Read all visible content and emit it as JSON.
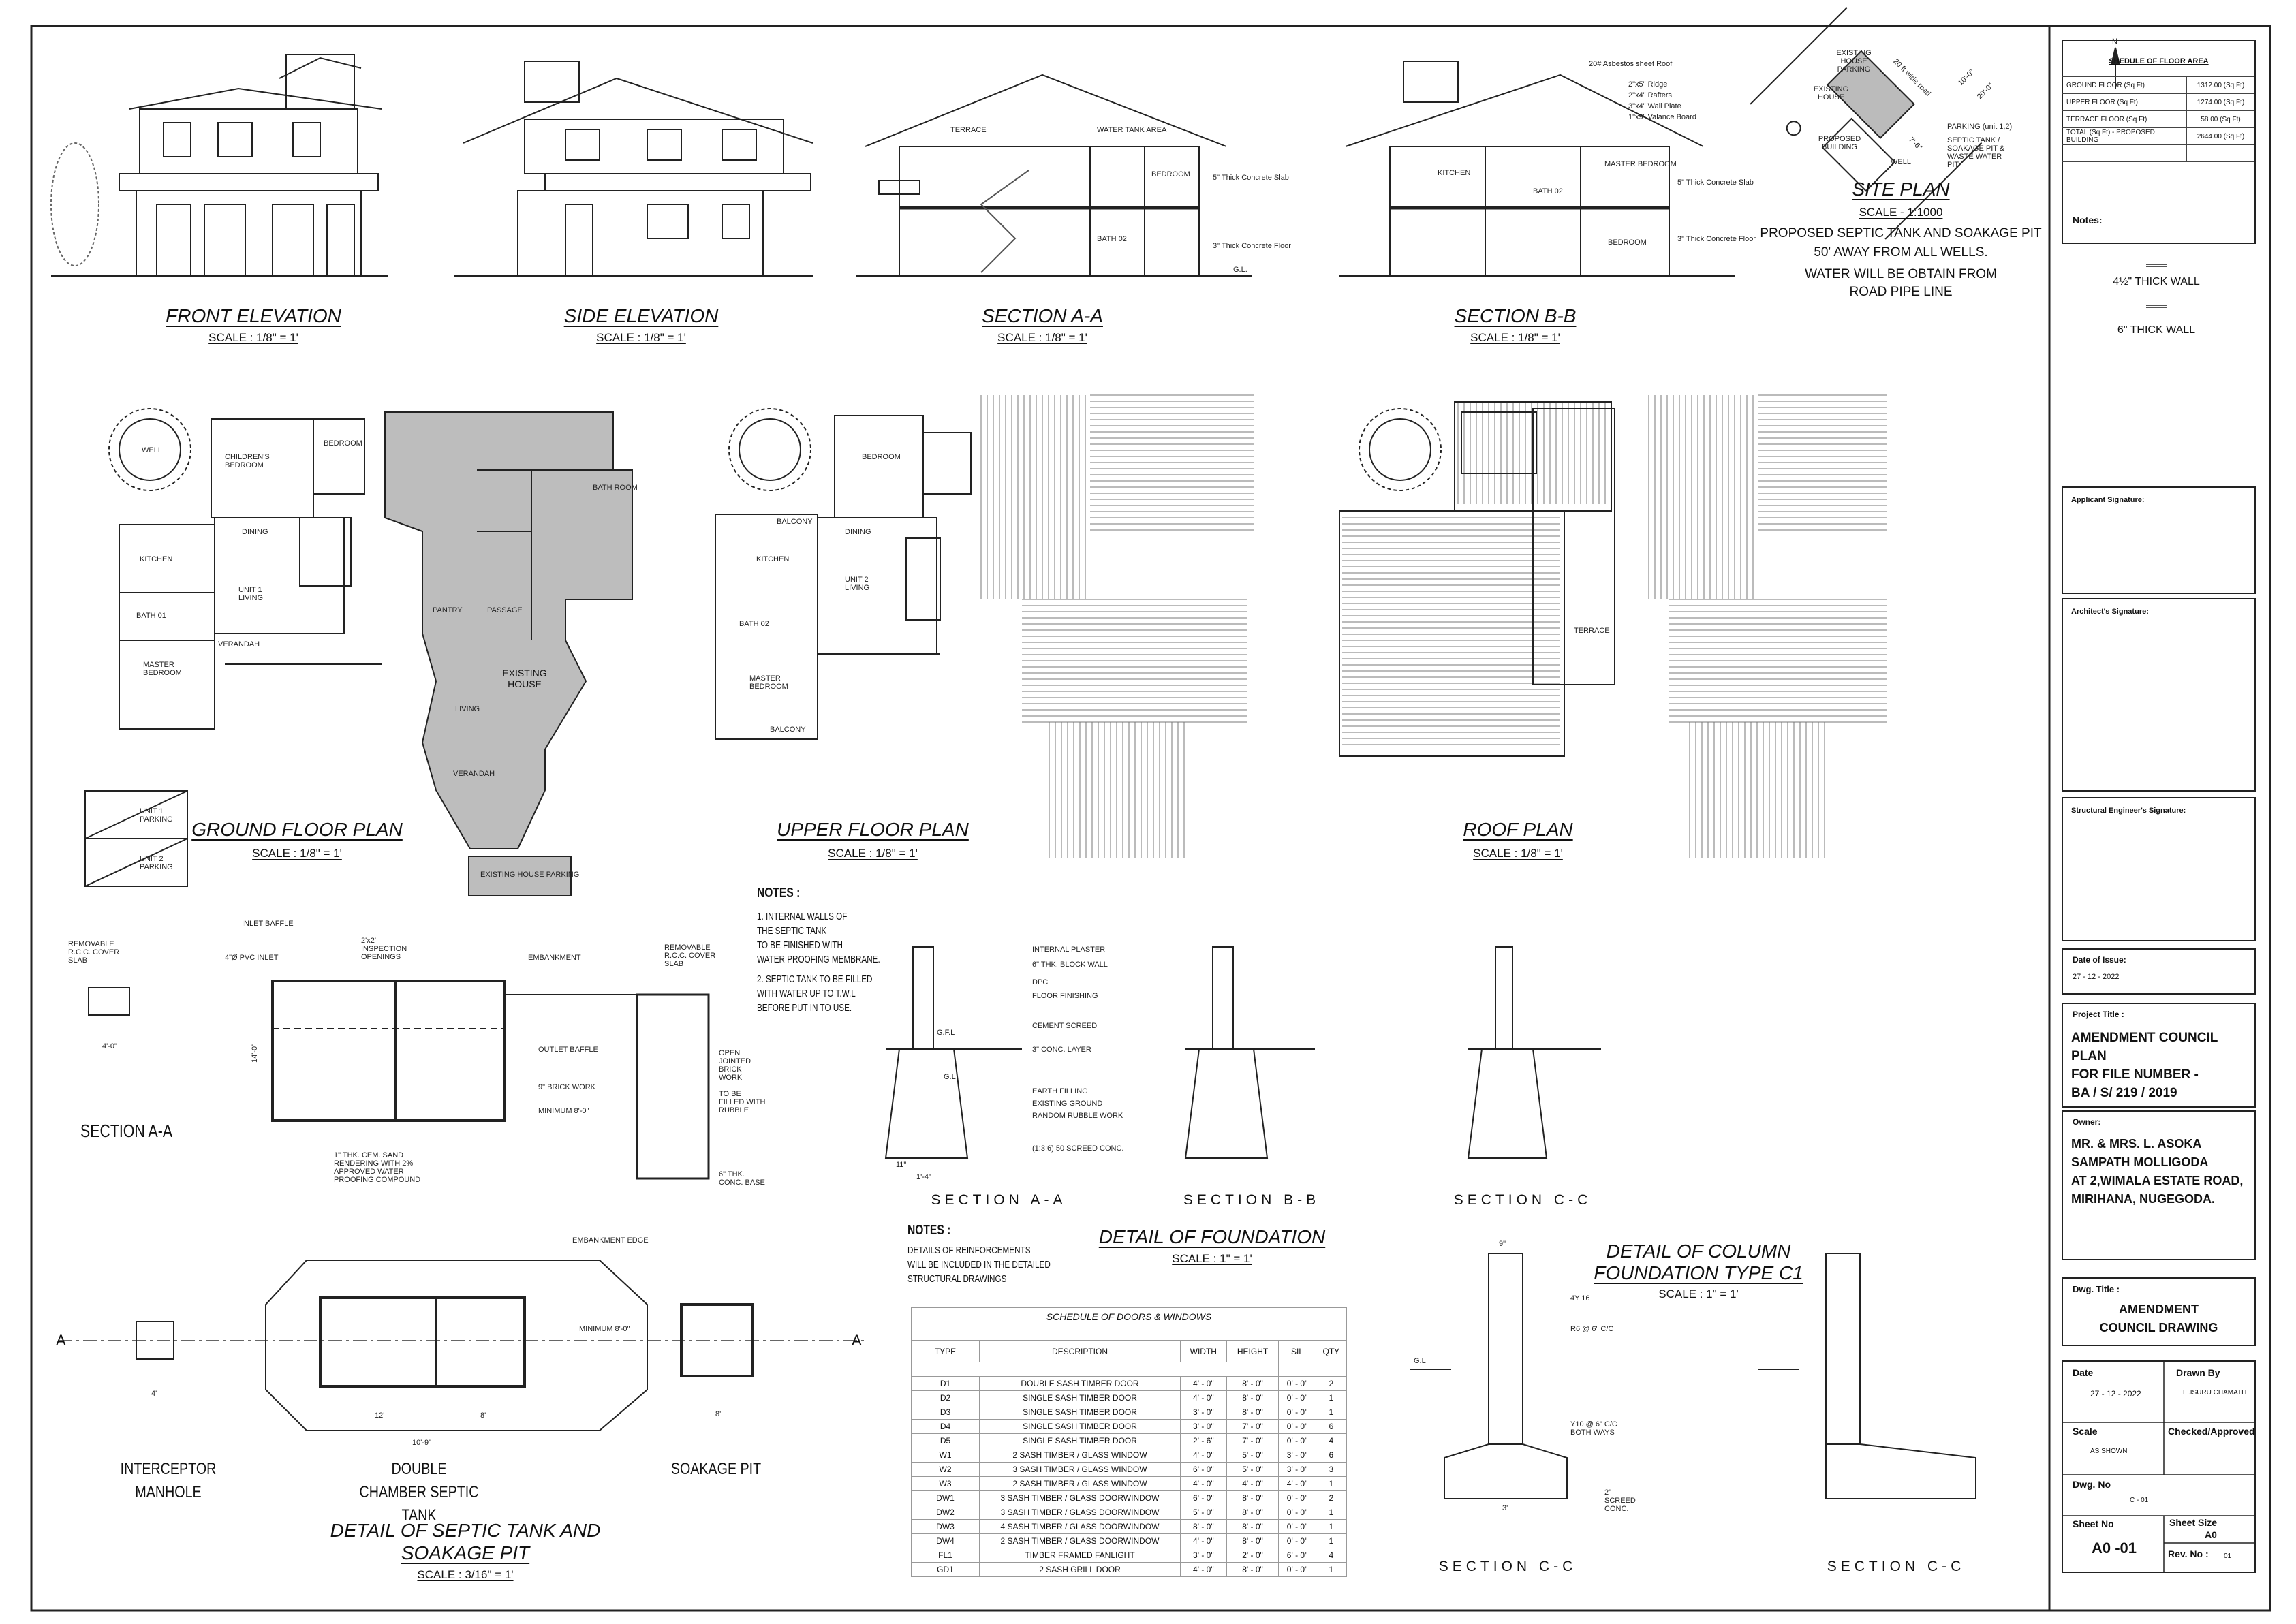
{
  "drawings": {
    "front_elevation": {
      "title": "FRONT ELEVATION",
      "scale": "SCALE : 1/8\" = 1'"
    },
    "side_elevation": {
      "title": "SIDE ELEVATION",
      "scale": "SCALE : 1/8\" = 1'"
    },
    "section_aa": {
      "title": "SECTION A-A",
      "scale": "SCALE : 1/8\" = 1'",
      "labels": [
        "TERRACE",
        "WATER TANK AREA",
        "BEDROOM",
        "BATH 02",
        "5\" Thick Concrete Slab",
        "3\" Thick Concrete Floor",
        "G.L."
      ]
    },
    "section_bb": {
      "title": "SECTION B-B",
      "scale": "SCALE : 1/8\" = 1'",
      "labels": [
        "20# Asbestos sheet Roof",
        "2\"x5\" Ridge",
        "2\"x4\" Rafters",
        "3\"x4\" Wall Plate",
        "1\"x9\" Valance Board",
        "KITCHEN",
        "MASTER BEDROOM",
        "BATH 02",
        "BEDROOM",
        "5\" Thick Concrete Slab",
        "3\" Thick Concrete Floor"
      ]
    },
    "site_plan": {
      "title": "SITE PLAN",
      "scale": "SCALE - 1:1000",
      "note_lines": [
        "PROPOSED SEPTIC TANK AND SOAKAGE PIT",
        "50' AWAY FROM ALL WELLS.",
        "WATER WILL BE OBTAIN FROM",
        "ROAD PIPE LINE"
      ],
      "labels": [
        "EXISTING HOUSE PARKING",
        "EXISTING HOUSE",
        "PROPOSED BUILDING",
        "WELL",
        "PARKING (unit 1,2)",
        "SEPTIC TANK / SOAKAGE PIT & WASTE WATER PIT",
        "20 ft wide road",
        "10'-0\"",
        "20'-0\"",
        "7'-6\"",
        "N"
      ]
    },
    "ground_floor_plan": {
      "title": "GROUND FLOOR PLAN",
      "scale": "SCALE : 1/8\" = 1'",
      "labels": [
        "WELL",
        "CHILDREN'S BEDROOM",
        "BEDROOM",
        "KITCHEN",
        "DINING",
        "UNIT 1 LIVING",
        "BATH 01",
        "MASTER BEDROOM",
        "VERANDAH",
        "EXISTING HOUSE",
        "PANTRY",
        "PASSAGE",
        "LIVING",
        "VERANDAH",
        "BATH ROOM"
      ],
      "parking": [
        "UNIT 1 PARKING",
        "UNIT 2 PARKING",
        "EXISTING HOUSE PARKING"
      ]
    },
    "upper_floor_plan": {
      "title": "UPPER FLOOR PLAN",
      "scale": "SCALE : 1/8\" = 1'",
      "labels": [
        "BEDROOM",
        "BALCONY",
        "DINING",
        "KITCHEN",
        "UNIT 2 LIVING",
        "BATH 02",
        "MASTER BEDROOM",
        "BALCONY"
      ]
    },
    "roof_plan": {
      "title": "ROOF PLAN",
      "scale": "SCALE : 1/8\" = 1'",
      "labels": [
        "TERRACE"
      ]
    },
    "septic_section": {
      "title": "SECTION A-A",
      "labels": [
        "REMOVABLE R.C.C. COVER SLAB",
        "INLET BAFFLE",
        "4\"Ø PVC INLET",
        "2'x2' INSPECTION OPENINGS",
        "EMBANKMENT",
        "REMOVABLE R.C.C. COVER SLAB",
        "OUTLET BAFFLE",
        "9\" BRICK WORK",
        "OPEN JOINTED BRICK WORK",
        "TO BE FILLED WITH RUBBLE",
        "MINIMUM 8'-0\"",
        "1\" THK. CEM. SAND RENDERING WITH 2% APPROVED WATER PROOFING COMPOUND",
        "6\" THK. CONC. BASE",
        "4'-0\"",
        "14'-0\""
      ]
    },
    "septic_notes": {
      "heading": "NOTES :",
      "lines": [
        "1. INTERNAL WALLS OF",
        "THE SEPTIC TANK",
        "TO BE FINISHED WITH",
        "WATER PROOFING MEMBRANE.",
        "2. SEPTIC TANK TO BE FILLED",
        "WITH WATER UP TO T.W.L",
        "BEFORE PUT IN TO USE."
      ]
    },
    "foundation": {
      "title": "DETAIL OF FOUNDATION",
      "scale": "SCALE : 1\" = 1'",
      "sections": [
        "SECTION A-A",
        "SECTION B-B",
        "SECTION C-C"
      ],
      "labels": [
        "INTERNAL PLASTER",
        "6\" THK. BLOCK WALL",
        "DPC",
        "FLOOR FINISHING",
        "CEMENT SCREED",
        "3\" CONC. LAYER",
        "EARTH FILLING",
        "EXISTING GROUND",
        "RANDOM RUBBLE WORK",
        "(1:3:6) 50 SCREED CONC.",
        "G.F.L",
        "G.L",
        "11\"",
        "1'-4\""
      ]
    },
    "foundation_notes": {
      "heading": "NOTES :",
      "lines": [
        "DETAILS OF REINFORCEMENTS",
        "WILL BE INCLUDED IN THE DETAILED",
        "STRUCTURAL DRAWINGS"
      ]
    },
    "column_foundation": {
      "title_line1": "DETAIL OF COLUMN",
      "title_line2": "FOUNDATION TYPE C1",
      "scale": "SCALE : 1\" = 1'",
      "sections": [
        "SECTION C-C",
        "SECTION C-C"
      ],
      "labels": [
        "4Y 16",
        "R6 @ 6\" C/C",
        "Y10 @ 6\" C/C BOTH WAYS",
        "2\" SCREED CONC.",
        "G.L",
        "9\"",
        "3'"
      ]
    },
    "septic_plan": {
      "title_line1": "DETAIL OF SEPTIC TANK AND",
      "title_line2": "SOAKAGE PIT",
      "scale": "SCALE : 3/16\" = 1'",
      "components": [
        "INTERCEPTOR MANHOLE",
        "DOUBLE CHAMBER SEPTIC TANK",
        "SOAKAGE PIT"
      ],
      "section_marks": [
        "A",
        "A"
      ],
      "labels": [
        "EMBANKMENT EDGE",
        "MINIMUM 8'-0\"",
        "12'",
        "8'",
        "10'-9\"",
        "4'",
        "8'"
      ]
    }
  },
  "door_schedule": {
    "title": "SCHEDULE OF DOORS & WINDOWS",
    "headers": [
      "TYPE",
      "DESCRIPTION",
      "WIDTH",
      "HEIGHT",
      "SIL",
      "QTY"
    ],
    "rows": [
      [
        "D1",
        "DOUBLE SASH TIMBER DOOR",
        "4' - 0\"",
        "8' - 0\"",
        "0' - 0\"",
        "2"
      ],
      [
        "D2",
        "SINGLE SASH TIMBER DOOR",
        "4' - 0\"",
        "8' - 0\"",
        "0' - 0\"",
        "1"
      ],
      [
        "D3",
        "SINGLE SASH TIMBER DOOR",
        "3' - 0\"",
        "8' - 0\"",
        "0' - 0\"",
        "1"
      ],
      [
        "D4",
        "SINGLE SASH TIMBER DOOR",
        "3' - 0\"",
        "7' - 0\"",
        "0' - 0\"",
        "6"
      ],
      [
        "D5",
        "SINGLE SASH TIMBER DOOR",
        "2' - 6\"",
        "7' - 0\"",
        "0' - 0\"",
        "4"
      ],
      [
        "W1",
        "2 SASH TIMBER / GLASS WINDOW",
        "4' - 0\"",
        "5' - 0\"",
        "3' - 0\"",
        "6"
      ],
      [
        "W2",
        "3 SASH TIMBER / GLASS WINDOW",
        "6' - 0\"",
        "5' - 0\"",
        "3' - 0\"",
        "3"
      ],
      [
        "W3",
        "2 SASH TIMBER / GLASS WINDOW",
        "4' - 0\"",
        "4' - 0\"",
        "4' - 0\"",
        "1"
      ],
      [
        "DW1",
        "3 SASH TIMBER / GLASS DOORWINDOW",
        "6' - 0\"",
        "8' - 0\"",
        "0' - 0\"",
        "2"
      ],
      [
        "DW2",
        "3 SASH TIMBER / GLASS DOORWINDOW",
        "5' - 0\"",
        "8' - 0\"",
        "0' - 0\"",
        "1"
      ],
      [
        "DW3",
        "4 SASH TIMBER / GLASS DOORWINDOW",
        "8' - 0\"",
        "8' - 0\"",
        "0' - 0\"",
        "1"
      ],
      [
        "DW4",
        "2 SASH TIMBER / GLASS DOORWINDOW",
        "4' - 0\"",
        "8' - 0\"",
        "0' - 0\"",
        "1"
      ],
      [
        "FL1",
        "TIMBER FRAMED FANLIGHT",
        "3' - 0\"",
        "2' - 0\"",
        "6' - 0\"",
        "4"
      ],
      [
        "GD1",
        "2 SASH GRILL DOOR",
        "4' - 0\"",
        "8' - 0\"",
        "0' - 0\"",
        "1"
      ]
    ]
  },
  "title_block": {
    "floor_area": {
      "title": "SHEDULE OF FLOOR AREA",
      "rows": [
        [
          "GROUND FLOOR   (Sq Ft)",
          "1312.00 (Sq Ft)"
        ],
        [
          "UPPER FLOOR  (Sq Ft)",
          "1274.00 (Sq Ft)"
        ],
        [
          "TERRACE FLOOR  (Sq Ft)",
          "58.00 (Sq Ft)"
        ],
        [
          "TOTAL (Sq Ft) - PROPOSED BUILDING",
          "2644.00 (Sq Ft)"
        ]
      ]
    },
    "notes_label": "Notes:",
    "legend": [
      "4½\" THICK WALL",
      "6\" THICK WALL"
    ],
    "applicant_signature": "Applicant Signature:",
    "architect_signature": "Architect's Signature:",
    "structural_signature": "Structural Engineer's Signature:",
    "date_of_issue_label": "Date of Issue:",
    "date_of_issue": "27 - 12 - 2022",
    "project_title_label": "Project Title :",
    "project_title_lines": [
      "AMENDMENT COUNCIL PLAN",
      "FOR FILE NUMBER -",
      "BA / S/ 219 / 2019"
    ],
    "owner_label": "Owner:",
    "owner_lines": [
      "MR. & MRS. L. ASOKA",
      "SAMPATH MOLLIGODA",
      "AT 2,WIMALA ESTATE ROAD,",
      "MIRIHANA, NUGEGODA."
    ],
    "dwg_title_label": "Dwg. Title :",
    "dwg_title_lines": [
      "AMENDMENT",
      "COUNCIL DRAWING"
    ],
    "date_label": "Date",
    "date": "27 - 12 - 2022",
    "drawn_by_label": "Drawn By",
    "drawn_by": "L .ISURU CHAMATH",
    "scale_label": "Scale",
    "scale": "AS SHOWN",
    "checked_label": "Checked/Approved",
    "dwg_no_label": "Dwg. No",
    "dwg_no": "C - 01",
    "sheet_no_label": "Sheet No",
    "sheet_no": "A0 -01",
    "sheet_size_label": "Sheet Size",
    "sheet_size": "A0",
    "rev_no_label": "Rev. No :",
    "rev_no": "01"
  },
  "colors": {
    "line": "#222222",
    "existing_fill": "#b9b9b9",
    "hatch": "#777777"
  }
}
